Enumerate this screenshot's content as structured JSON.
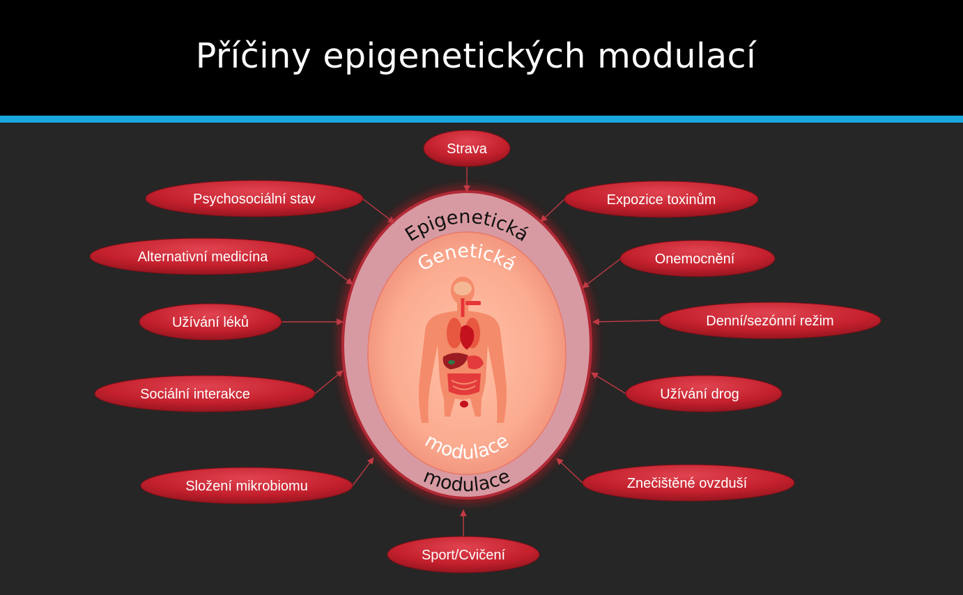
{
  "title": "Příčiny epigenetických modulací",
  "outer_ring": {
    "top": "Epigenetická",
    "bottom": "modulace"
  },
  "inner_circle": {
    "top": "Genetická",
    "bottom": "modulace"
  },
  "figure_icon": "human-body-organs-icon",
  "factors": {
    "strava": "Strava",
    "psychosocialni": "Psychosociální stav",
    "expozice": "Expozice toxinům",
    "alternativni": "Alternativní medicína",
    "onemocneni": "Onemocnění",
    "leky": "Užívání léků",
    "rezim": "Denní/sezónní režim",
    "socialni": "Sociální interakce",
    "drogy": "Užívání drog",
    "mikrobiom": "Složení mikrobiomu",
    "ovzdusi": "Znečištěné ovzduší",
    "sport": "Sport/Cvičení"
  },
  "colors": {
    "header": "#000000",
    "accent": "#1aa7e0",
    "background": "#262626",
    "pill": "#c8222f",
    "outer_ring": "#d89aa2",
    "inner_circle": "#f7a88e",
    "arrow": "#c23a44"
  }
}
